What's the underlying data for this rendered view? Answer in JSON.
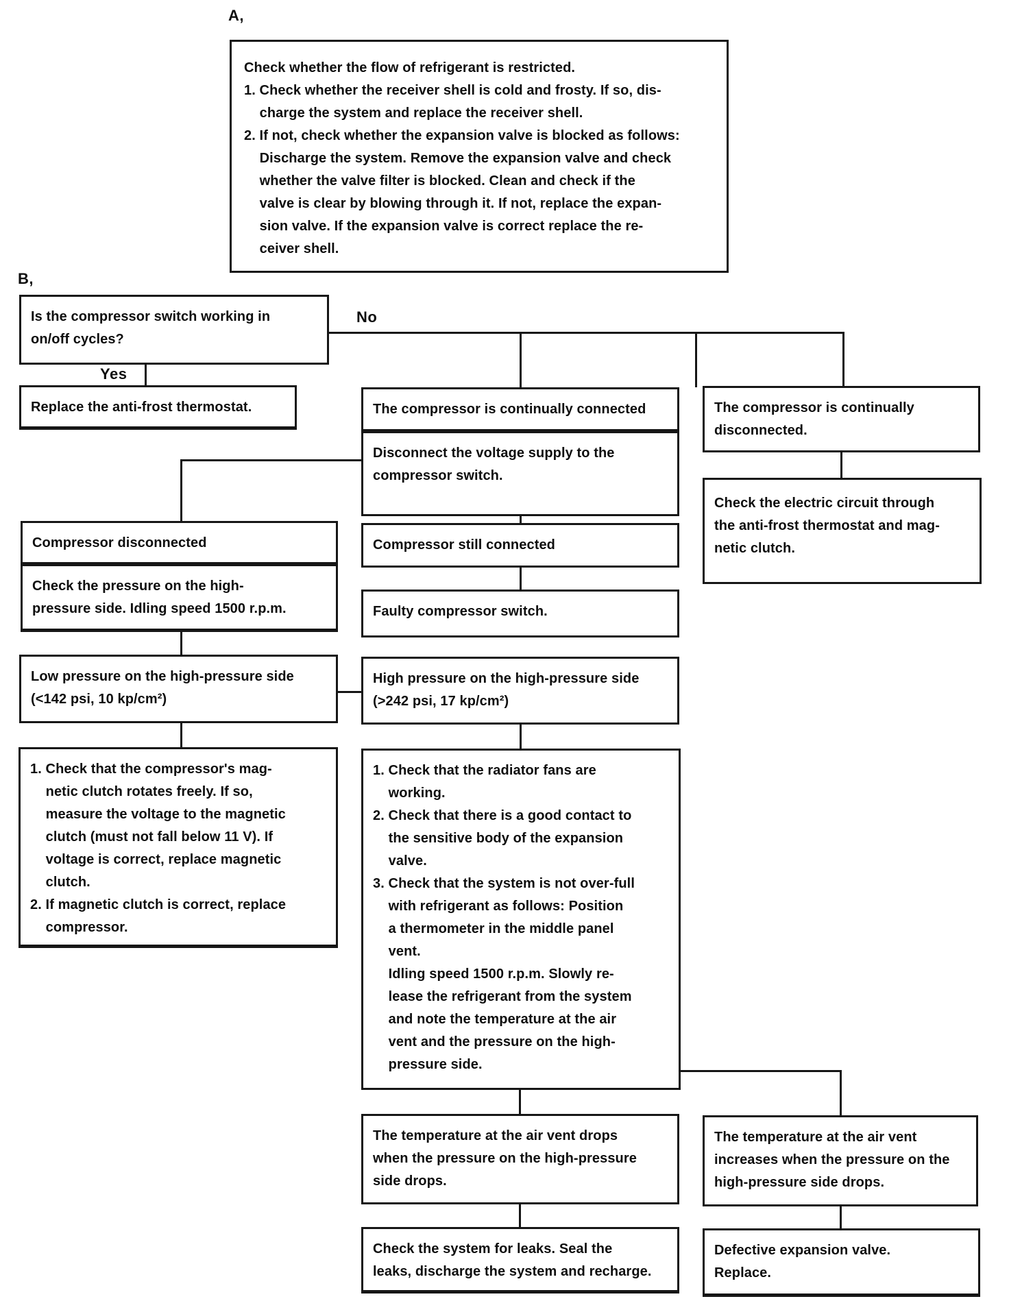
{
  "labels": {
    "section_a": "A,",
    "section_b": "B,",
    "no": "No",
    "yes": "Yes"
  },
  "boxes": {
    "check_flow": "Check whether the flow of refrigerant is restricted.\n1. Check whether the receiver shell is cold and frosty. If so, dis-\n    charge the system and replace the receiver shell.\n2. If not, check whether the expansion valve is blocked as follows:\n    Discharge the system. Remove the expansion valve and check\n    whether the valve filter is blocked. Clean and check if the\n    valve is clear by blowing through it. If not, replace the expan-\n    sion valve. If the expansion valve is correct replace the re-\n    ceiver shell.",
    "q_compressor_switch": "Is the compressor switch working in\non/off cycles?",
    "replace_thermostat": "Replace the anti-frost thermostat.",
    "continually_connected": "The compressor is continually connected",
    "disconnect_voltage": "Disconnect the voltage supply to the\ncompressor switch.",
    "continually_disconnected": "The compressor is continually\ndisconnected.",
    "check_electric_circuit": "Check the electric circuit through\nthe anti-frost thermostat and mag-\nnetic clutch.",
    "compressor_disconnected": "Compressor disconnected",
    "check_pressure": "Check the pressure on the high-\npressure side. Idling speed 1500 r.p.m.",
    "still_connected": "Compressor still connected",
    "faulty_switch": "Faulty compressor switch.",
    "low_pressure": "Low pressure on the high-pressure side\n(<142 psi, 10 kp/cm²)",
    "high_pressure": "High pressure on the high-pressure side\n(>242 psi, 17 kp/cm²)",
    "check_magnetic_clutch": "1. Check that the compressor's mag-\n    netic clutch rotates freely. If so,\n    measure the voltage to the magnetic\n    clutch (must not fall below 11 V). If\n    voltage is correct, replace magnetic\n    clutch.\n2. If magnetic clutch is correct, replace\n    compressor.",
    "check_radiator_fans": "1. Check that the radiator fans are\n    working.\n2. Check that there is a good contact to\n    the sensitive body of the expansion\n    valve.\n3. Check that the system is not over-full\n    with refrigerant as follows: Position\n    a thermometer in the middle panel\n    vent.\n    Idling speed 1500 r.p.m. Slowly re-\n    lease the refrigerant from the system\n    and note the temperature at the air\n    vent and the pressure on the high-\n    pressure side.",
    "temp_drops": "The temperature at the air vent drops\nwhen the pressure on the high-pressure\nside drops.",
    "check_leaks": "Check the system for leaks. Seal the\nleaks, discharge the system and recharge.",
    "temp_increases": "The temperature at the air vent\nincreases when the pressure on the\nhigh-pressure side drops.",
    "defective_valve": "Defective expansion valve.\nReplace."
  },
  "colors": {
    "ink": "#161616",
    "paper": "#ffffff"
  }
}
